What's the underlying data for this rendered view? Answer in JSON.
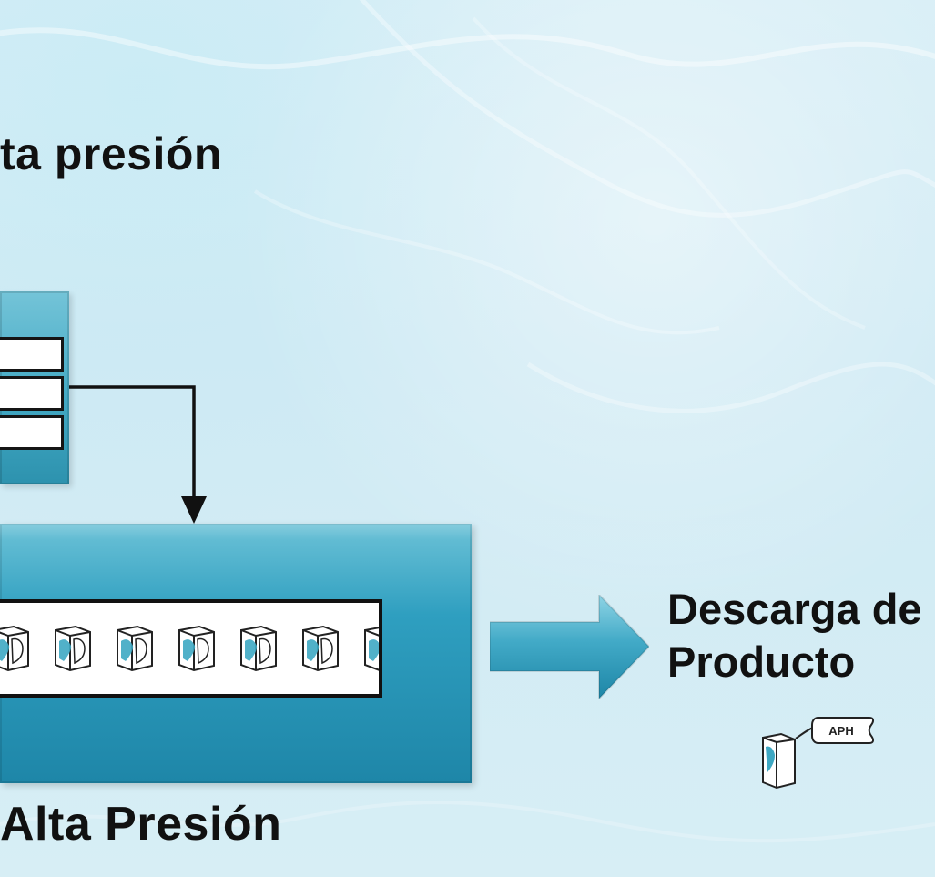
{
  "titles": {
    "top": "ta presión",
    "bottom": "Alta Presión"
  },
  "discharge": {
    "line1": "Descarga de",
    "line2": "Producto"
  },
  "icon": {
    "tag_text": "APH"
  },
  "colors": {
    "background": "#d7eef6",
    "teal_light": "#6cc2d7",
    "teal_dark": "#1e86a8",
    "text": "#111111"
  }
}
